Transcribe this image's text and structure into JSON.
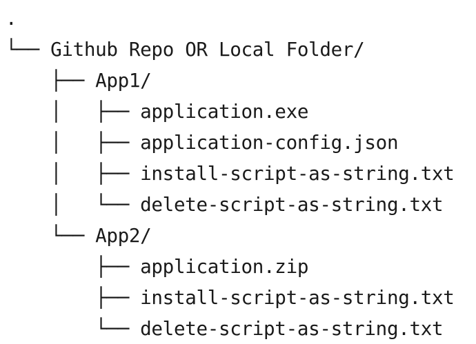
{
  "document": {
    "type": "directory-tree",
    "title": "Github Repo OR Local Folder structure",
    "background_color": "#ffffff",
    "text_color": "#1a1a1a"
  },
  "tree": {
    "root_symbol": ".",
    "lines": [
      {
        "prefix": "",
        "label": ".",
        "kind": "root",
        "depth": 0
      },
      {
        "prefix": "└── ",
        "label": "Github Repo OR Local Folder/",
        "kind": "folder",
        "depth": 1
      },
      {
        "prefix": "    ├── ",
        "label": "App1/",
        "kind": "folder",
        "depth": 2
      },
      {
        "prefix": "    │   ├── ",
        "label": "application.exe",
        "kind": "file",
        "depth": 3
      },
      {
        "prefix": "    │   ├── ",
        "label": "application-config.json",
        "kind": "file",
        "depth": 3
      },
      {
        "prefix": "    │   ├── ",
        "label": "install-script-as-string.txt",
        "kind": "file",
        "depth": 3
      },
      {
        "prefix": "    │   └── ",
        "label": "delete-script-as-string.txt",
        "kind": "file",
        "depth": 3
      },
      {
        "prefix": "    └── ",
        "label": "App2/",
        "kind": "folder",
        "depth": 2
      },
      {
        "prefix": "        ├── ",
        "label": "application.zip",
        "kind": "file",
        "depth": 3
      },
      {
        "prefix": "        ├── ",
        "label": "install-script-as-string.txt",
        "kind": "file",
        "depth": 3
      },
      {
        "prefix": "        └── ",
        "label": "delete-script-as-string.txt",
        "kind": "file",
        "depth": 3
      }
    ]
  }
}
